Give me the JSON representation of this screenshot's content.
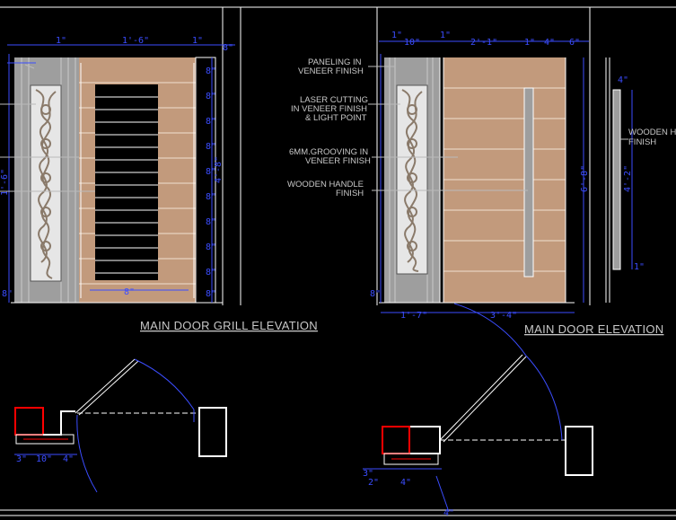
{
  "titles": {
    "grill": "MAIN DOOR GRILL ELEVATION",
    "door": "MAIN DOOR ELEVATION"
  },
  "notes": {
    "paneling": [
      "PANELING IN",
      "VENEER FINISH"
    ],
    "laser": [
      "LASER CUTTING",
      "IN VENEER FINISH",
      "& LIGHT POINT"
    ],
    "grooving": [
      "6MM.GROOVING IN",
      "VENEER FINISH"
    ],
    "handle": [
      "WOODEN HANDLE",
      "FINISH"
    ],
    "handle_right": [
      "WOODEN H",
      "FINISH"
    ]
  },
  "dims": {
    "grill_top": [
      "1\"",
      "1'-6\"",
      "1\"",
      "8\""
    ],
    "grill_side": [
      "1'-6\"",
      "4'-8\""
    ],
    "grill_rows": [
      "8\"",
      "8\"",
      "8\"",
      "8\"",
      "8\"",
      "8\"",
      "8\"",
      "8\"",
      "8\"",
      "8\""
    ],
    "grill_bottom": [
      "8\"",
      "8\""
    ],
    "door_top": [
      "1\"",
      "10\"",
      "1\"",
      "2'-1\"",
      "1\"",
      "4\"",
      "6\""
    ],
    "door_side": [
      "6'-8\"",
      "8\""
    ],
    "door_bottom": [
      "1'-7\"",
      "3'-4\""
    ],
    "handle_side": [
      "4\"",
      "4'-2\"",
      "1\""
    ],
    "plan_left": [
      "3\"",
      "10\"",
      "4\""
    ],
    "plan_right": [
      "3\"",
      "2\"",
      "4\"",
      "4\""
    ]
  },
  "colors": {
    "background": "#000000",
    "veneer": "#c29a7c",
    "panel_grey": "#9e9e9e",
    "grill_black": "#000000",
    "dimension_blue": "#3b4dff",
    "plan_red": "#ff0000",
    "outline_white": "#ffffff"
  }
}
